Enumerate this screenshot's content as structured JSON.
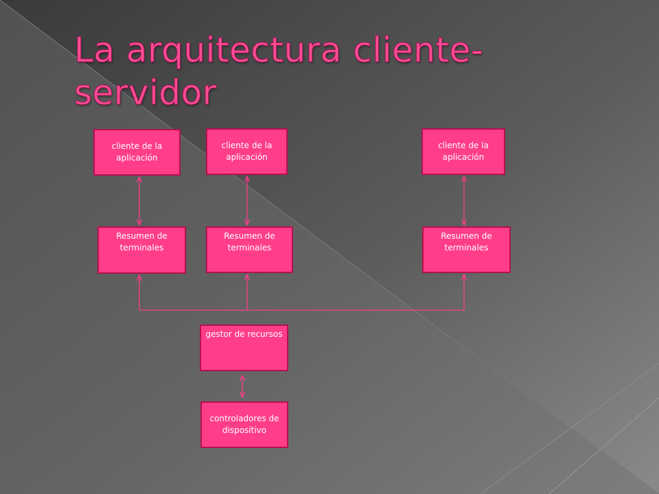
{
  "title": "La arquitectura cliente-servidor",
  "colors": {
    "node_fill": "#ff3d8a",
    "node_border": "#b5114f",
    "connector": "#ff3d8a",
    "title": "#ff4d94",
    "background": "#5a5a5a"
  },
  "nodes": {
    "client_1": "cliente de la aplicación",
    "client_2": "cliente de la aplicación",
    "client_3": "cliente de la aplicación",
    "terminal_1": "Resumen de terminales",
    "terminal_2": "Resumen de terminales",
    "terminal_3": "Resumen de terminales",
    "resource_manager": "gestor de recursos",
    "device_controllers": "controladores de dispositivo"
  },
  "edges": [
    [
      "client_1",
      "terminal_1"
    ],
    [
      "client_2",
      "terminal_2"
    ],
    [
      "client_3",
      "terminal_3"
    ],
    [
      "resource_manager",
      "terminal_1"
    ],
    [
      "resource_manager",
      "terminal_2"
    ],
    [
      "resource_manager",
      "terminal_3"
    ],
    [
      "resource_manager",
      "device_controllers"
    ]
  ]
}
